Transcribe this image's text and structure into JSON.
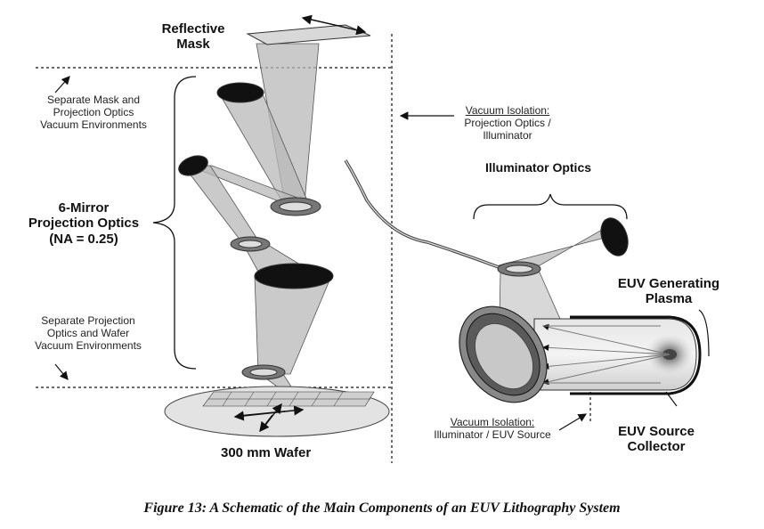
{
  "labels": {
    "reflective_mask": [
      "Reflective",
      "Mask"
    ],
    "separate_mask_optics": [
      "Separate Mask and",
      "Projection Optics",
      "Vacuum Environments"
    ],
    "projection_optics": [
      "6-Mirror",
      "Projection Optics",
      "(NA = 0.25)"
    ],
    "separate_optics_wafer": [
      "Separate Projection",
      "Optics and Wafer",
      "Vacuum Environments"
    ],
    "wafer": "300 mm Wafer",
    "vacuum_isolation_top": {
      "title": "Vacuum Isolation:",
      "lines": [
        "Projection Optics /",
        "Illuminator"
      ]
    },
    "illuminator_optics": "Illuminator Optics",
    "euv_plasma": [
      "EUV Generating",
      "Plasma"
    ],
    "vacuum_isolation_bottom": {
      "title": "Vacuum Isolation:",
      "line": "Illuminator / EUV Source"
    },
    "euv_collector": [
      "EUV Source",
      "Collector"
    ]
  },
  "caption": "Figure 13:  A Schematic of the Main Components of an EUV Lithography System"
}
